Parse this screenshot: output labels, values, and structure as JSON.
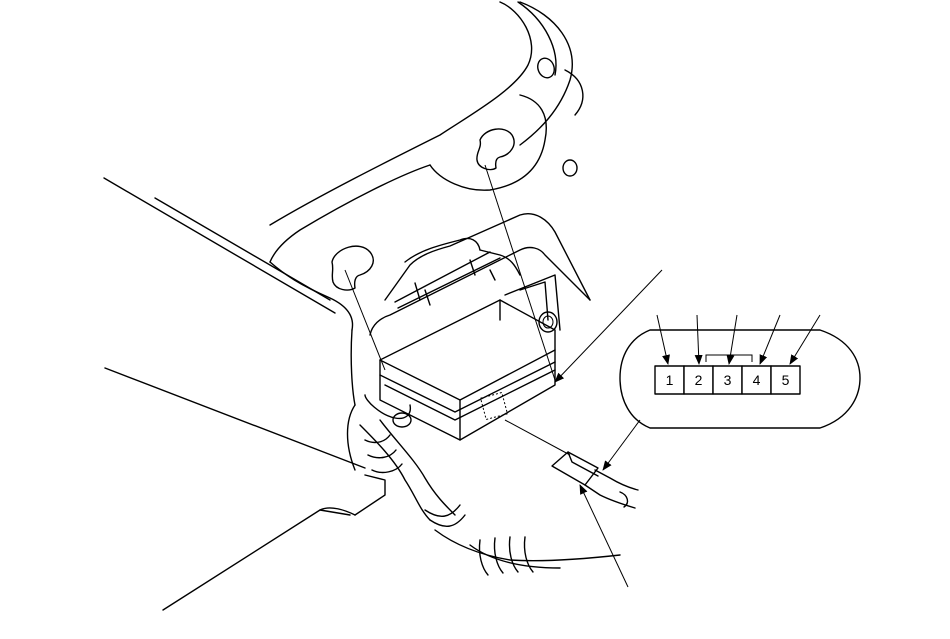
{
  "connector": {
    "pins": [
      {
        "label": "1"
      },
      {
        "label": "2"
      },
      {
        "label": "3"
      },
      {
        "label": "4"
      },
      {
        "label": "5"
      }
    ]
  }
}
